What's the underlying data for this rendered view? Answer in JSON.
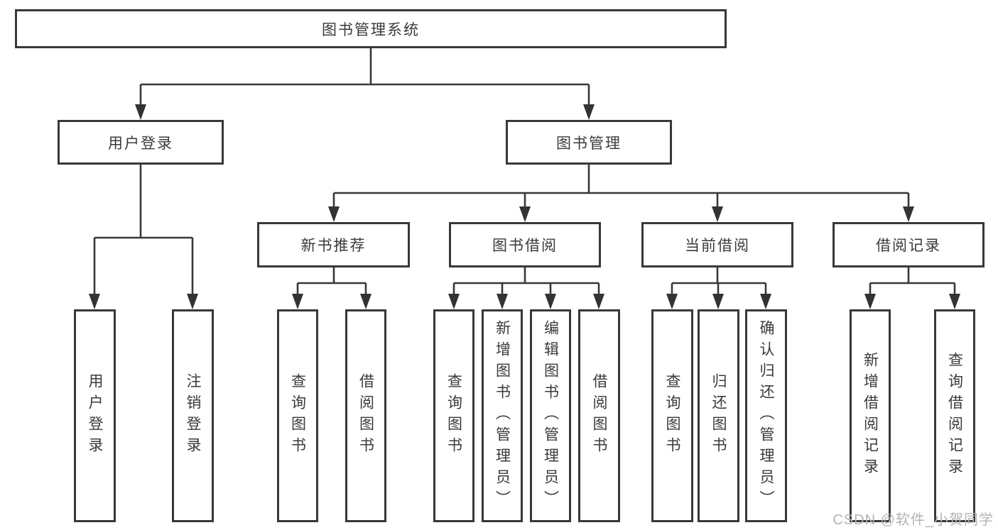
{
  "diagram": {
    "title": "图书管理系统",
    "root": {
      "label": "图书管理系统"
    },
    "level2": [
      {
        "label": "用户登录"
      },
      {
        "label": "图书管理"
      }
    ],
    "level3": [
      {
        "label": "新书推荐",
        "parent": "图书管理"
      },
      {
        "label": "图书借阅",
        "parent": "图书管理"
      },
      {
        "label": "当前借阅",
        "parent": "图书管理"
      },
      {
        "label": "借阅记录",
        "parent": "图书管理"
      }
    ],
    "leaves": [
      {
        "label": "用户登录",
        "parent": "用户登录"
      },
      {
        "label": "注销登录",
        "parent": "用户登录"
      },
      {
        "label": "查询图书",
        "parent": "新书推荐"
      },
      {
        "label": "借阅图书",
        "parent": "新书推荐"
      },
      {
        "label": "查询图书",
        "parent": "图书借阅"
      },
      {
        "label": "新增图书（管理员）",
        "parent": "图书借阅"
      },
      {
        "label": "编辑图书（管理员）",
        "parent": "图书借阅"
      },
      {
        "label": "借阅图书",
        "parent": "图书借阅"
      },
      {
        "label": "查询图书",
        "parent": "当前借阅"
      },
      {
        "label": "归还图书",
        "parent": "当前借阅"
      },
      {
        "label": "确认归还（管理员）",
        "parent": "当前借阅"
      },
      {
        "label": "新增借阅记录",
        "parent": "借阅记录"
      },
      {
        "label": "查询借阅记录",
        "parent": "借阅记录"
      }
    ],
    "colors": {
      "line": "#383838",
      "border": "#383838",
      "text": "#3a3a3a",
      "box_background": "#ffffff",
      "page_background": "#ffffff",
      "watermark": "#b4b4b4"
    }
  },
  "watermark": {
    "text": "CSDN @软件_小贺同学"
  }
}
